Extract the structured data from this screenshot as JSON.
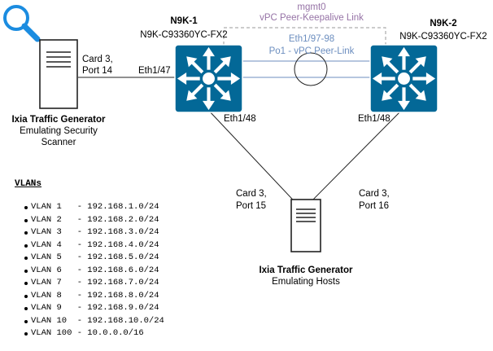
{
  "switch1": {
    "name": "N9K-1",
    "model": "N9K-C93360YC-FX2"
  },
  "switch2": {
    "name": "N9K-2",
    "model": "N9K-C93360YC-FX2"
  },
  "keepalive": {
    "line1": "mgmt0",
    "line2": "vPC Peer-Keepalive Link"
  },
  "peerlink": {
    "line1": "Eth1/97-98",
    "line2": "Po1 - vPC Peer-Link"
  },
  "scanner": {
    "port_line1": "Card 3,",
    "port_line2": "Port 14",
    "switch_port": "Eth1/47",
    "title": "Ixia Traffic Generator",
    "desc_line1": "Emulating Security",
    "desc_line2": "Scanner"
  },
  "uplink1": {
    "switch_port": "Eth1/48",
    "port_line1": "Card 3,",
    "port_line2": "Port 15"
  },
  "uplink2": {
    "switch_port": "Eth1/48",
    "port_line1": "Card 3,",
    "port_line2": "Port 16"
  },
  "hosts": {
    "title": "Ixia Traffic Generator",
    "desc": "Emulating Hosts"
  },
  "vlans": {
    "title": "VLANs",
    "items": [
      "VLAN 1   - 192.168.1.0/24",
      "VLAN 2   - 192.168.2.0/24",
      "VLAN 3   - 192.168.3.0/24",
      "VLAN 4   - 192.168.4.0/24",
      "VLAN 5   - 192.168.5.0/24",
      "VLAN 6   - 192.168.6.0/24",
      "VLAN 7   - 192.168.7.0/24",
      "VLAN 8   - 192.168.8.0/24",
      "VLAN 9   - 192.168.9.0/24",
      "VLAN 10  - 192.168.10.0/24",
      "VLAN 100 - 10.0.0.0/16"
    ]
  },
  "colors": {
    "switch_fill": "#036897",
    "keepalive_text": "#9673a6",
    "peerlink_text": "#6c8ebf",
    "magnifier": "#1b8ce0"
  },
  "icons": [
    "magnifier-icon",
    "server-icon",
    "l3-switch-icon"
  ]
}
